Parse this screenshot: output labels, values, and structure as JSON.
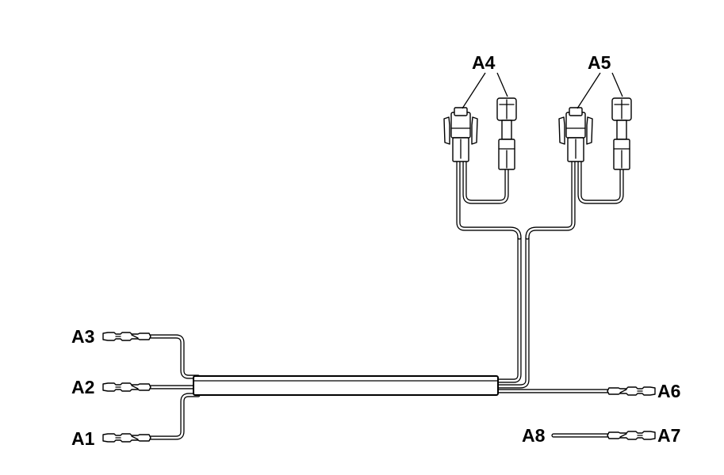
{
  "labels": {
    "a1": "A1",
    "a2": "A2",
    "a3": "A3",
    "a4": "A4",
    "a5": "A5",
    "a6": "A6",
    "a7": "A7",
    "a8": "A8"
  }
}
